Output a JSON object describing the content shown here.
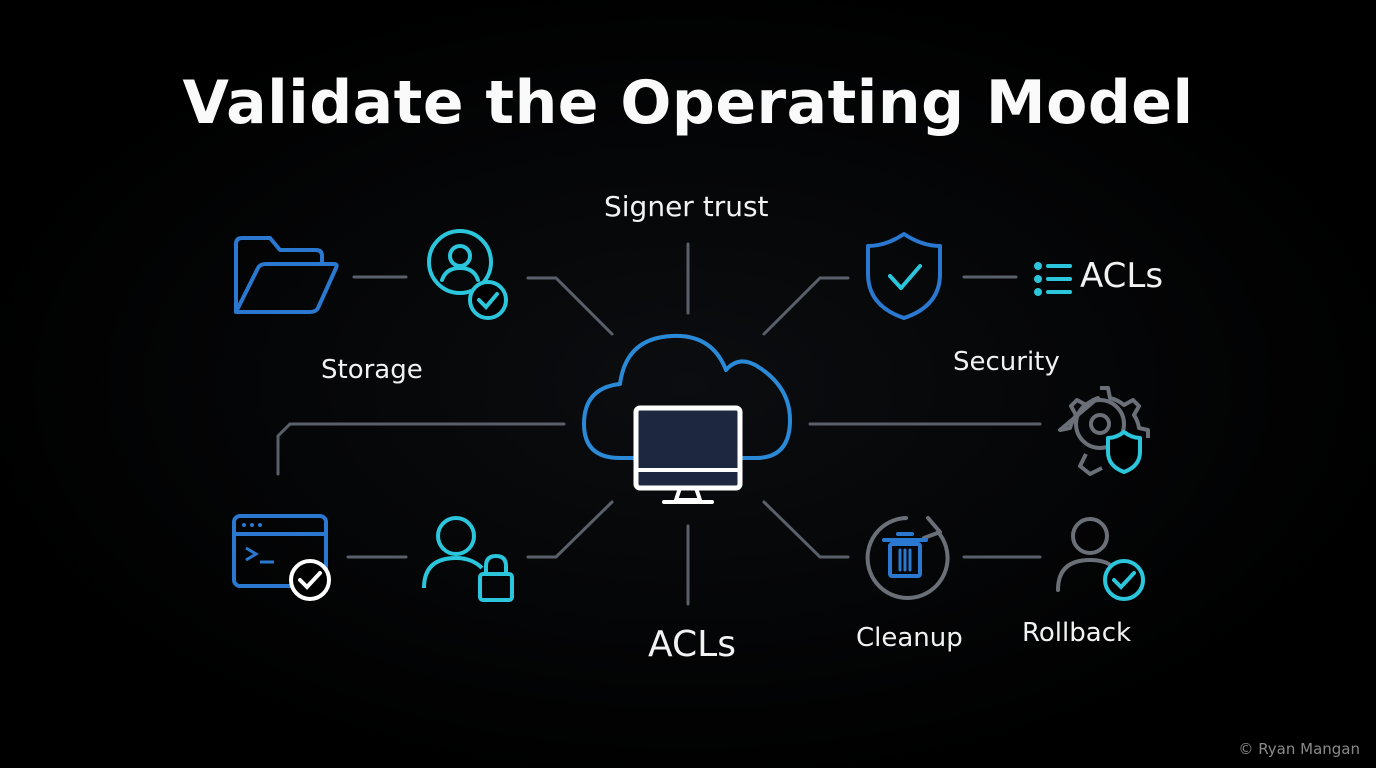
{
  "title": "Validate the Operating Model",
  "labels": {
    "signer_trust": "Signer trust",
    "storage": "Storage",
    "security": "Security",
    "acls_top": "ACLs",
    "acls_bottom": "ACLs",
    "cleanup": "Cleanup",
    "rollback": "Rollback"
  },
  "copyright": "© Ryan Mangan",
  "colors": {
    "background": "#000000",
    "connector": "#5a606a",
    "blue": "#2a78d0",
    "cyan": "#2bc6dc",
    "gray_icon": "#6b7078",
    "white": "#ffffff",
    "screen": "#1d2740"
  },
  "icons": [
    "folder-icon",
    "user-check-icon",
    "shield-check-icon",
    "list-icon",
    "cloud-icon",
    "monitor-icon",
    "gear-shield-icon",
    "terminal-check-icon",
    "user-lock-icon",
    "trash-cycle-icon",
    "user-check-gray-icon"
  ]
}
